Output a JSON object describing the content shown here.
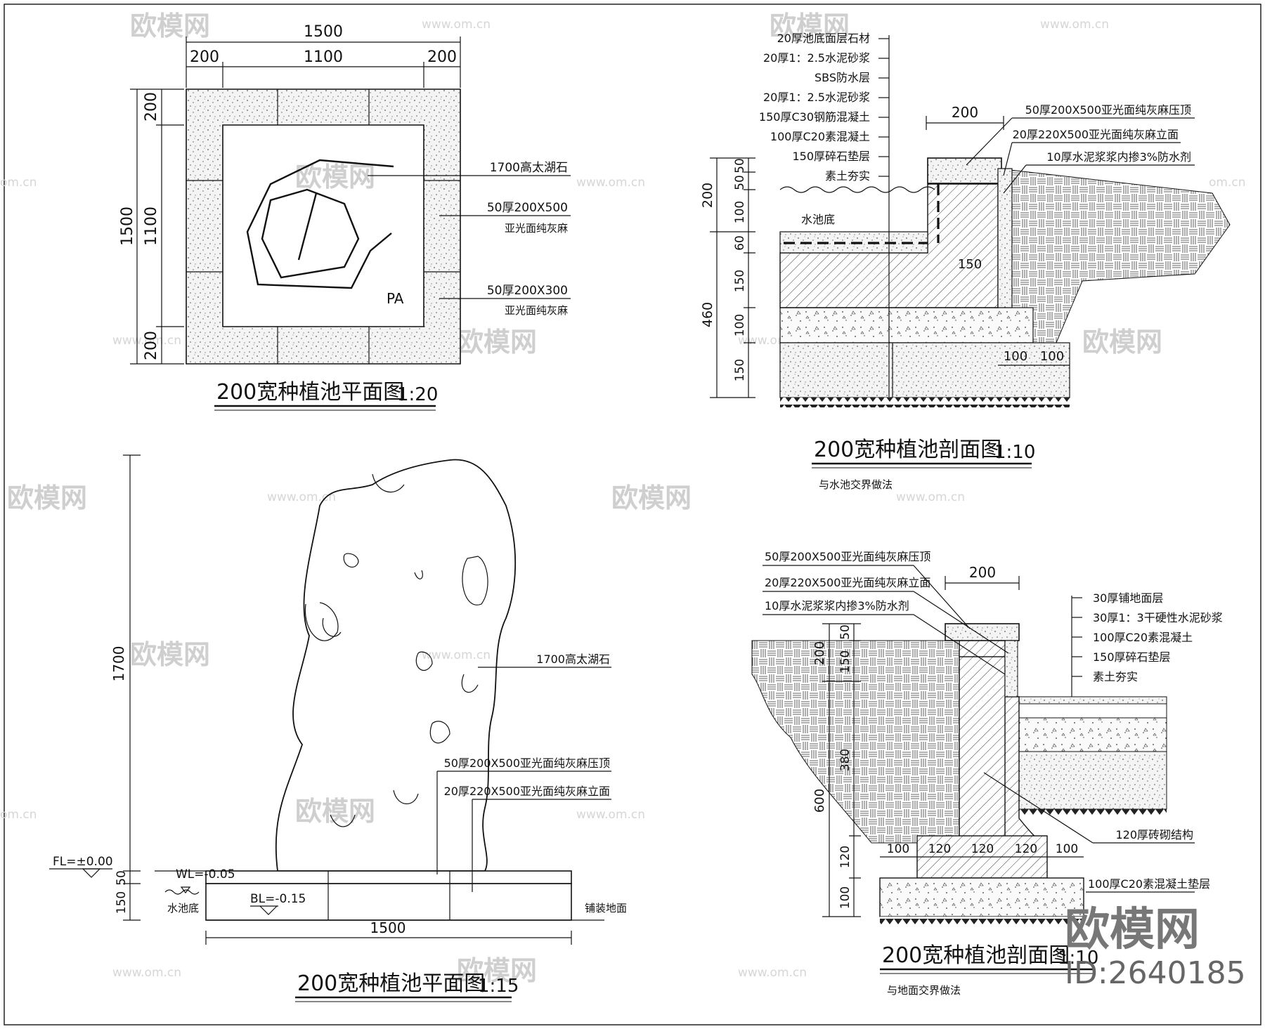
{
  "watermark": {
    "brand": "欧模网",
    "url": "www.om.cn",
    "url_short": "om.cn",
    "id_label": "ID:2640185"
  },
  "plan_top": {
    "title": "200宽种植池平面图",
    "scale": "1:20",
    "dim_total_w": "1500",
    "dim_side": "200",
    "dim_inner": "1100",
    "dim_total_h": "1500",
    "label_rock": "1700高太湖石",
    "label_coping_1": "50厚200X500",
    "label_coping_1b": "亚光面纯灰麻",
    "label_coping_2": "50厚200X300",
    "label_coping_2b": "亚光面纯灰麻",
    "code": "PA"
  },
  "section_top": {
    "title": "200宽种植池剖面图",
    "scale": "1:10",
    "subtitle": "与水池交界做法",
    "layers": [
      "20厚池底面层石材",
      "20厚1：2.5水泥砂浆",
      "SBS防水层",
      "20厚1：2.5水泥砂浆",
      "150厚C30钢筋混凝土",
      "100厚C20素混凝土",
      "150厚碎石垫层",
      "素土夯实"
    ],
    "callouts": [
      "50厚200X500亚光面纯灰麻压顶",
      "20厚220X500亚光面纯灰麻立面",
      "10厚水泥浆浆内掺3%防水剂"
    ],
    "dim_top": "200",
    "dim_150": "150",
    "dim_100a": "100",
    "dim_100b": "100",
    "vdims_outer": [
      "200",
      "460"
    ],
    "vdims_inner": [
      "50",
      "50",
      "100",
      "60",
      "150",
      "100",
      "150"
    ],
    "label_pool_bottom": "水池底"
  },
  "elevation": {
    "title": "200宽种植池平面图",
    "scale": "1:15",
    "dim_height": "1700",
    "dim_width": "1500",
    "label_rock": "1700高太湖石",
    "label_coping": "50厚200X500亚光面纯灰麻压顶",
    "label_face": "20厚220X500亚光面纯灰麻立面",
    "fl": "FL=±0.00",
    "wl": "WL=-0.05",
    "bl": "BL=-0.15",
    "label_pool_bottom": "水池底",
    "label_paving": "铺装地面",
    "vdims": [
      "50",
      "150"
    ]
  },
  "section_bottom": {
    "title": "200宽种植池剖面图",
    "scale": "1:10",
    "subtitle": "与地面交界做法",
    "callouts": [
      "50厚200X500亚光面纯灰麻压顶",
      "20厚220X500亚光面纯灰麻立面",
      "10厚水泥浆浆内掺3%防水剂"
    ],
    "layers": [
      "30厚铺地面层",
      "30厚1：3干硬性水泥砂浆",
      "100厚C20素混凝土",
      "150厚碎石垫层",
      "素土夯实"
    ],
    "label_brick": "120厚砖砌结构",
    "label_base": "100厚C20素混凝土垫层",
    "dim_top": "200",
    "footing_dims": [
      "100",
      "120",
      "120",
      "120",
      "100"
    ],
    "vdims_outer": [
      "200",
      "600"
    ],
    "vdims_inner": [
      "50",
      "150",
      "380",
      "120",
      "100"
    ]
  }
}
